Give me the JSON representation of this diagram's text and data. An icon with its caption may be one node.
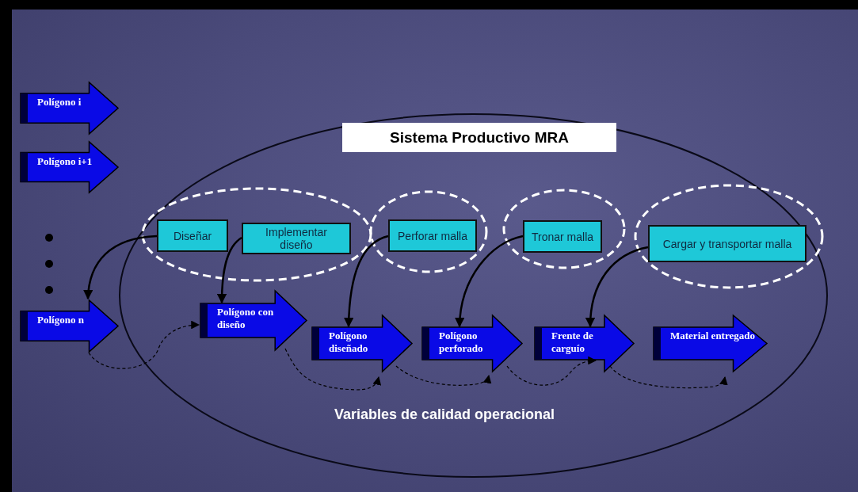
{
  "diagram": {
    "nodes": [
      {
        "text": [
          "Sistema Productivo MRA",
          "Variables de calidad operacional"
        ]
      },
      {
        "text": [
          "Polígono i"
        ]
      },
      {
        "text": [
          "Polígono i+1"
        ]
      },
      {
        "text": [
          "Polígono n"
        ]
      },
      {
        "text": [],
        "shape": "circle",
        "in": 0
      },
      {
        "text": [
          "Diseñar"
        ],
        "in": 4
      },
      {
        "text": [
          "Implementar diseño"
        ],
        "in": 4
      },
      {
        "text": [],
        "shape": "circle",
        "in": 0
      },
      {
        "text": [
          "Perforar malla"
        ],
        "in": 7
      },
      {
        "text": [],
        "shape": "circle",
        "in": 0
      },
      {
        "text": [
          "Tronar malla"
        ],
        "in": 9
      },
      {
        "text": [],
        "shape": "circle",
        "in": 0
      },
      {
        "text": [
          "Cargar y transportar malla"
        ],
        "in": 11
      },
      {
        "text": [
          "Polígono con diseño"
        ],
        "in": 0
      },
      {
        "text": [
          "Polígono diseñado"
        ],
        "in": 0
      },
      {
        "text": [
          "Polígono perforado"
        ],
        "in": 0
      },
      {
        "text": [
          "Frente de carguío"
        ],
        "in": 0
      },
      {
        "text": [
          "Material entregado"
        ],
        "in": 0
      }
    ],
    "edges": [
      {
        "from": 5,
        "to": 3,
        "arrow": "to"
      },
      {
        "from": 6,
        "to": 13,
        "arrow": "to"
      },
      {
        "from": 8,
        "to": 14,
        "arrow": "to"
      },
      {
        "from": 10,
        "to": 15,
        "arrow": "to"
      },
      {
        "from": 12,
        "to": 16,
        "arrow": "to"
      },
      {
        "from": 3,
        "to": 13,
        "arrow": "to",
        "style": "dashed"
      },
      {
        "from": 13,
        "to": 14,
        "arrow": "to",
        "style": "dashed"
      },
      {
        "from": 14,
        "to": 15,
        "arrow": "to",
        "style": "dashed"
      },
      {
        "from": 15,
        "to": 16,
        "arrow": "to",
        "style": "dashed"
      },
      {
        "from": 16,
        "to": 17,
        "arrow": "to",
        "style": "dashed"
      }
    ]
  }
}
